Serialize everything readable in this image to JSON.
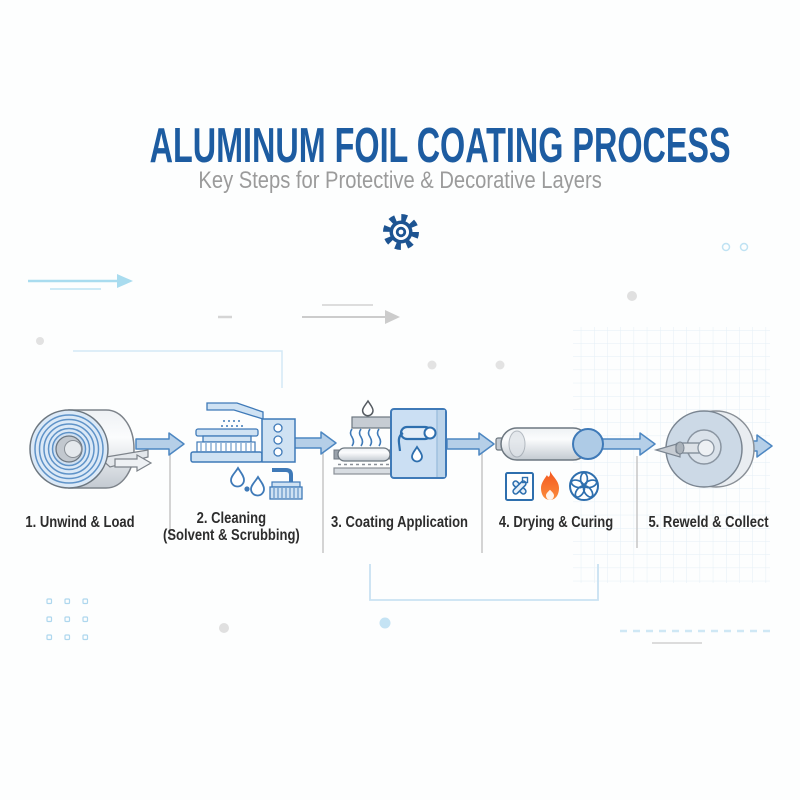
{
  "header": {
    "title": "ALUMINUM FOIL COATING PROCESS",
    "subtitle": "Key Steps for Protective & Decorative Layers",
    "icon": "gear-icon"
  },
  "steps": [
    {
      "label": "1. Unwind & Load",
      "icon": "foil-roll-icon"
    },
    {
      "label": "2. Cleaning",
      "sublabel": "(Solvent & Scrubbing)",
      "icon": "cleaning-machine-icon",
      "badge_icons": [
        "solvent-droplets-icon",
        "scrub-brush-icon"
      ]
    },
    {
      "label": "3. Coating Application",
      "icon": "coating-machine-icon"
    },
    {
      "label": "4. Drying & Curing",
      "icon": "drying-oven-icon",
      "badge_icons": [
        "heater-tools-icon",
        "flame-icon",
        "fan-icon"
      ]
    },
    {
      "label": "5. Reweld & Collect",
      "icon": "rewind-roll-icon"
    }
  ],
  "colors": {
    "title_blue": "#1d5ca1",
    "subtitle_gray": "#9b9b9b",
    "gear_blue": "#1d5492",
    "machine_stroke_blue": "#3f7ab8",
    "machine_fill_blue": "#cfe2f3",
    "arrow_fill": "#b5cfe8",
    "arrow_stroke": "#4d87c2",
    "flame_orange": "#f4581f",
    "label_dark": "#2d2d2d",
    "grid_light_blue": "#cfe3ef",
    "divider_gray": "#c6c6c6",
    "background": "#fdfefe"
  }
}
